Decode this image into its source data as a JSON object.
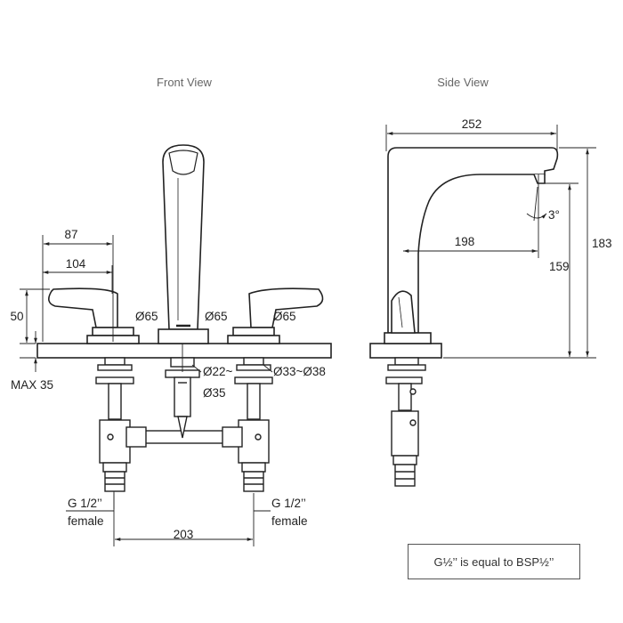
{
  "views": {
    "front": {
      "title": "Front View",
      "dims": {
        "handle_offset": "87",
        "handle_length": "104",
        "handle_height": "50",
        "max_deck": "MAX 35",
        "dia_left": "Ø65",
        "dia_mid": "Ø65",
        "dia_right": "Ø65",
        "hole_spout_a": "Ø22~",
        "hole_spout_b": "Ø35",
        "hole_handle": "Ø33~Ø38",
        "centers": "203"
      },
      "connections": {
        "left_size": "G 1/2’’",
        "left_type": "female",
        "right_size": "G 1/2’’",
        "right_type": "female"
      }
    },
    "side": {
      "title": "Side View",
      "dims": {
        "spout_reach": "252",
        "outlet_reach": "198",
        "outlet_angle": "3°",
        "total_height": "183",
        "outlet_height": "159"
      }
    }
  },
  "note": "G½’’ is equal to BSP½’’"
}
